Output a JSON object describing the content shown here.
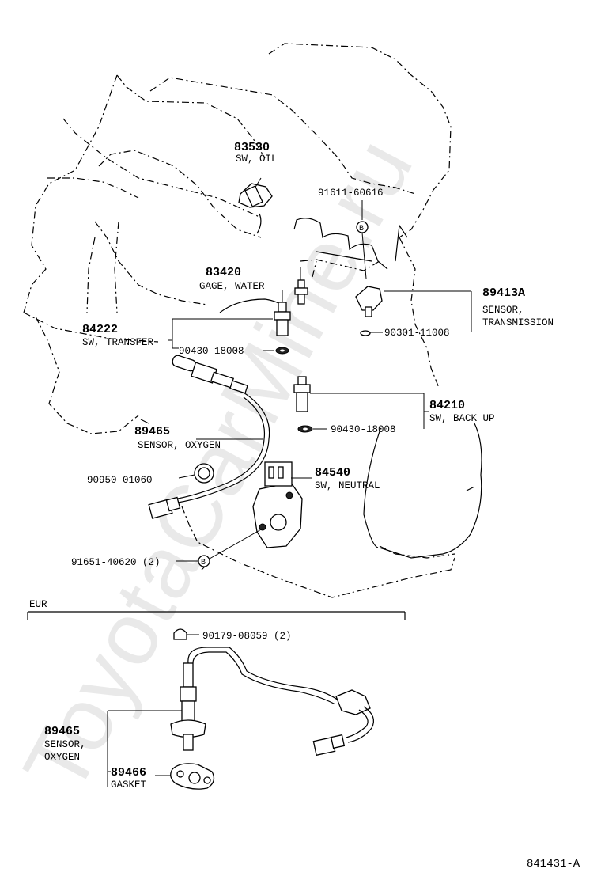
{
  "watermark": "ToyotaCarMine.ru",
  "diagram_code": "841431-A",
  "eur_label": "EUR",
  "bolt_symbol": "B",
  "parts": {
    "sw_oil": {
      "number": "83530",
      "name": "SW, OIL"
    },
    "bolt_top": {
      "number": "91611-60616"
    },
    "gage_water": {
      "number": "83420",
      "name": "GAGE, WATER"
    },
    "sensor_transmission": {
      "number": "89413A",
      "name_line1": "SENSOR,",
      "name_line2": "TRANSMISSION"
    },
    "sw_transfer": {
      "number": "84222",
      "name": "SW, TRANSFER"
    },
    "gasket_transfer": {
      "number": "90430-18008"
    },
    "oring_transmission": {
      "number": "90301-11008"
    },
    "sw_backup": {
      "number": "84210",
      "name": "SW, BACK UP"
    },
    "gasket_backup": {
      "number": "90430-18008"
    },
    "sensor_oxygen": {
      "number": "89465",
      "name": "SENSOR, OXYGEN"
    },
    "grommet": {
      "number": "90950-01060"
    },
    "sw_neutral": {
      "number": "84540",
      "name": "SW, NEUTRAL"
    },
    "bolt_neutral": {
      "number": "91651-40620 (2)"
    },
    "eur_cap": {
      "number": "90179-08059 (2)"
    },
    "eur_sensor_oxygen": {
      "number": "89465",
      "name_line1": "SENSOR,",
      "name_line2": "OXYGEN"
    },
    "eur_gasket": {
      "number": "89466",
      "name": "GASKET"
    }
  }
}
